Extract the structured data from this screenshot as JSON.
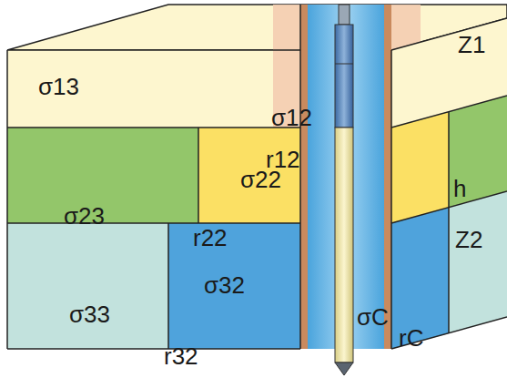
{
  "diagram": {
    "labels": [
      "σ13",
      "σ12",
      "r12",
      "Z1",
      "σ22",
      "h",
      "σ23",
      "r22",
      "Z2",
      "σ32",
      "σ33",
      "σC",
      "rC",
      "r32"
    ]
  }
}
